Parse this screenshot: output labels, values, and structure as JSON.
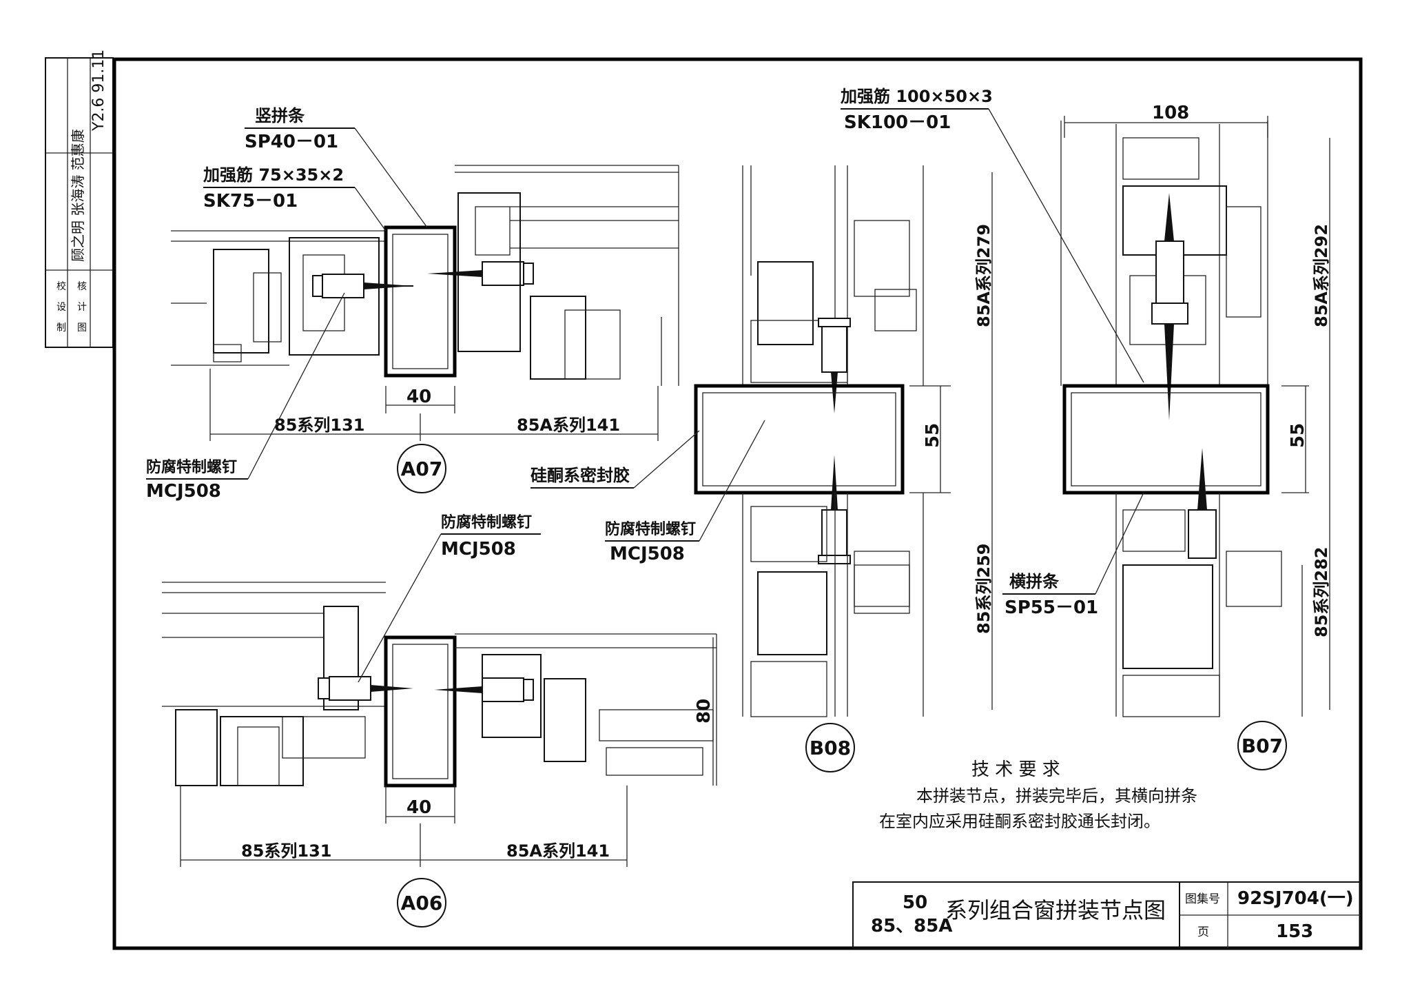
{
  "side_block": {
    "top_handwriting": "Y2.6 91.11",
    "names_handwriting": "顾之明 张海涛 范惠康",
    "roles_left": [
      "校",
      "设",
      "制"
    ],
    "roles_right": [
      "核",
      "计",
      "图"
    ]
  },
  "detail_A07": {
    "id": "A07",
    "callout_strip_name": "竖拼条",
    "callout_strip_code": "SP40－01",
    "callout_rib_name": "加强筋 75×35×2",
    "callout_rib_code": "SK75－01",
    "callout_screw_name": "防腐特制螺钉",
    "callout_screw_code": "MCJ508",
    "dim_width": "40",
    "dim_left": "85系列131",
    "dim_right": "85A系列141"
  },
  "detail_A06": {
    "id": "A06",
    "callout_screw_name": "防腐特制螺钉",
    "callout_screw_code": "MCJ508",
    "dim_width": "40",
    "dim_height": "80",
    "dim_left": "85系列131",
    "dim_right": "85A系列141"
  },
  "detail_B08": {
    "id": "B08",
    "callout_rib_name": "加强筋 100×50×3",
    "callout_rib_code": "SK100－01",
    "callout_sealant": "硅酮系密封胶",
    "callout_screw_name": "防腐特制螺钉",
    "callout_screw_code": "MCJ508",
    "dim_height": "55",
    "dim_upper": "85A系列279",
    "dim_lower": "85系列259"
  },
  "detail_B07": {
    "id": "B07",
    "dim_top": "108",
    "dim_height": "55",
    "dim_upper": "85A系列292",
    "dim_lower": "85系列282",
    "callout_strip_name": "横拼条",
    "callout_strip_code": "SP55－01"
  },
  "notes": {
    "heading": "技 术 要 求",
    "line1": "本拼装节点，拼装完毕后，其横向拼条",
    "line2": "在室内应采用硅酮系密封胶通长封闭。"
  },
  "title_block": {
    "series_top": "50",
    "series_bottom": "85、85A",
    "title": "系列组合窗拼装节点图",
    "atlas_label": "图集号",
    "atlas_no": "92SJ704(一)",
    "page_label": "页",
    "page_no": "153"
  }
}
